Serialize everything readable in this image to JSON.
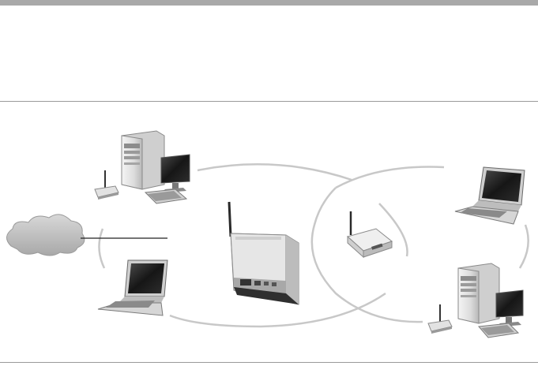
{
  "colors": {
    "rule": "#a9a9a9",
    "coverage": "#c8c8c8",
    "device_light": "#e8e8e8",
    "device_mid": "#b5b5b5",
    "device_dark": "#3a3a3a",
    "screen": "#1f1f1f"
  },
  "devices": [
    {
      "name": "internet-cloud-icon"
    },
    {
      "name": "desktop-pc-with-wlan-adapter"
    },
    {
      "name": "laptop-left"
    },
    {
      "name": "wlan-router-base-station"
    },
    {
      "name": "wlan-repeater"
    },
    {
      "name": "laptop-right"
    },
    {
      "name": "desktop-pc-with-wlan-adapter-right"
    }
  ]
}
